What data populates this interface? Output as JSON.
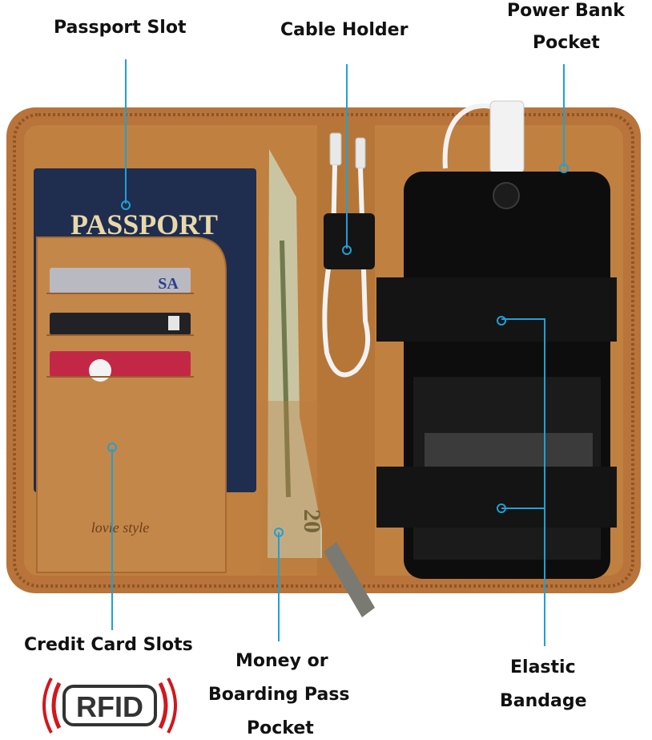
{
  "labels": {
    "passport_slot": "Passport Slot",
    "cable_holder": "Cable Holder",
    "power_bank_line1": "Power Bank",
    "power_bank_line2": "Pocket",
    "credit_card_slots": "Credit Card Slots",
    "money_line1": "Money or",
    "money_line2": "Boarding Pass",
    "money_line3": "Pocket",
    "elastic_line1": "Elastic",
    "elastic_line2": "Bandage"
  },
  "product_text": {
    "passport": "PASSPORT",
    "brand": "lovie style",
    "rfid": "RFID",
    "banknote_value": "20",
    "card_text": "SA"
  },
  "colors": {
    "leather": "#b8743a",
    "leather_dark": "#9a5d2b",
    "passport_blue": "#1f2d4f",
    "passport_gold": "#e8d9a8",
    "pointer": "#1fa0d8",
    "elastic": "#141414",
    "phone": "#0d0d0d",
    "rfid_red": "#d0181e"
  }
}
